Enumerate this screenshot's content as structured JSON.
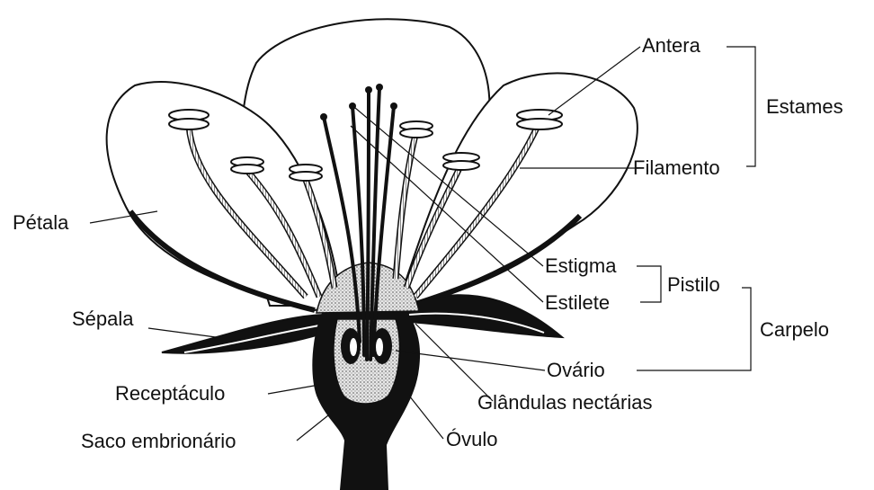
{
  "labels": {
    "antera": "Antera",
    "estames": "Estames",
    "filamento": "Filamento",
    "petala": "Pétala",
    "estigma": "Estigma",
    "pistilo": "Pistilo",
    "estilete": "Estilete",
    "carpelo": "Carpelo",
    "sepala": "Sépala",
    "ovario": "Ovário",
    "receptaculo": "Receptáculo",
    "glandulas": "Glândulas nectárias",
    "saco": "Saco embrionário",
    "ovulo": "Óvulo"
  },
  "colors": {
    "ink": "#111111",
    "petal_fill": "#ffffff",
    "stipple": "#bdbdbd"
  }
}
